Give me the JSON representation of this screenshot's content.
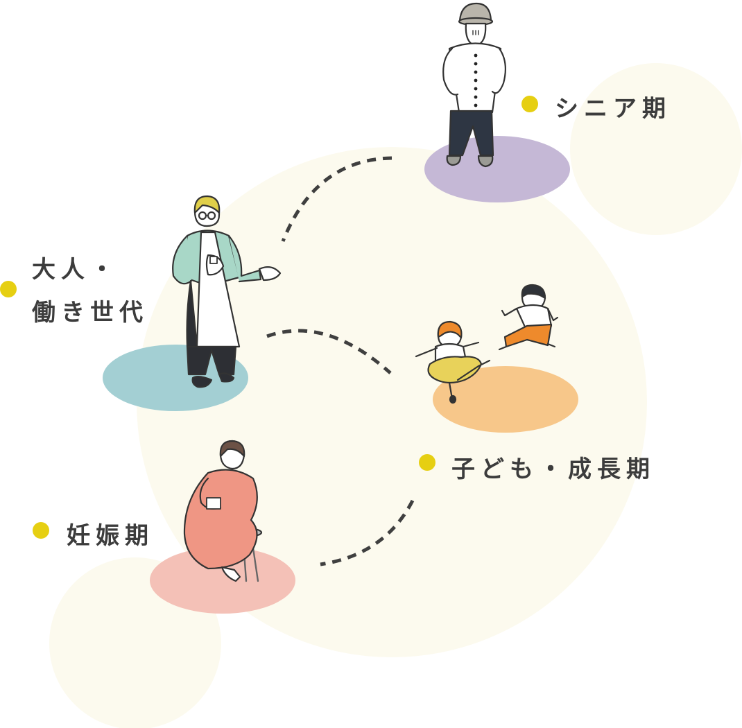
{
  "stages": {
    "senior": {
      "label": "シニア期",
      "color": "#c5b8d6"
    },
    "adult": {
      "label_line1": "大人・",
      "label_line2": "働き世代",
      "color": "#a3cfd3"
    },
    "child": {
      "label": "子ども・成長期",
      "color": "#f7c78a"
    },
    "pregnancy": {
      "label": "妊娠期",
      "color": "#f4c1b7"
    }
  },
  "colors": {
    "bullet": "#e6cf12",
    "background_circle": "#fcfaee",
    "dotted_line": "#3f3f3f",
    "text": "#3c3c3c"
  },
  "icons": [
    "senior-man-icon",
    "adult-worker-icon",
    "running-children-icon",
    "pregnant-woman-icon"
  ]
}
